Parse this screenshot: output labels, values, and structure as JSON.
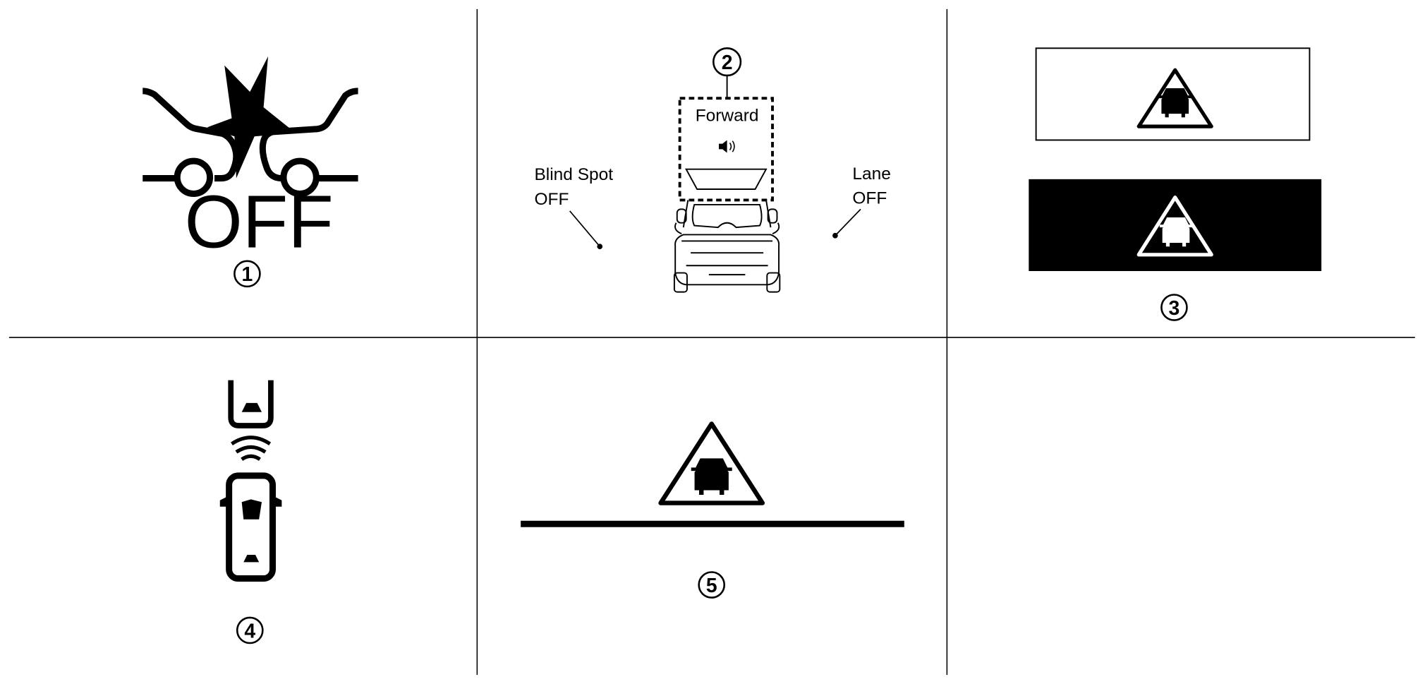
{
  "panel1": {
    "off_label": "OFF",
    "marker": "1"
  },
  "panel2": {
    "marker": "2",
    "forward_label": "Forward",
    "blind_spot_label": "Blind Spot",
    "blind_spot_state": "OFF",
    "lane_label": "Lane",
    "lane_state": "OFF",
    "speaker_icon": "speaker-icon"
  },
  "panel3": {
    "marker": "3",
    "icon": "vehicle-warning-triangle-icon"
  },
  "panel4": {
    "marker": "4",
    "icon": "vehicle-ahead-distance-icon"
  },
  "panel5": {
    "marker": "5",
    "icon": "vehicle-warning-triangle-icon"
  },
  "colors": {
    "ink": "#000000",
    "paper": "#ffffff"
  }
}
